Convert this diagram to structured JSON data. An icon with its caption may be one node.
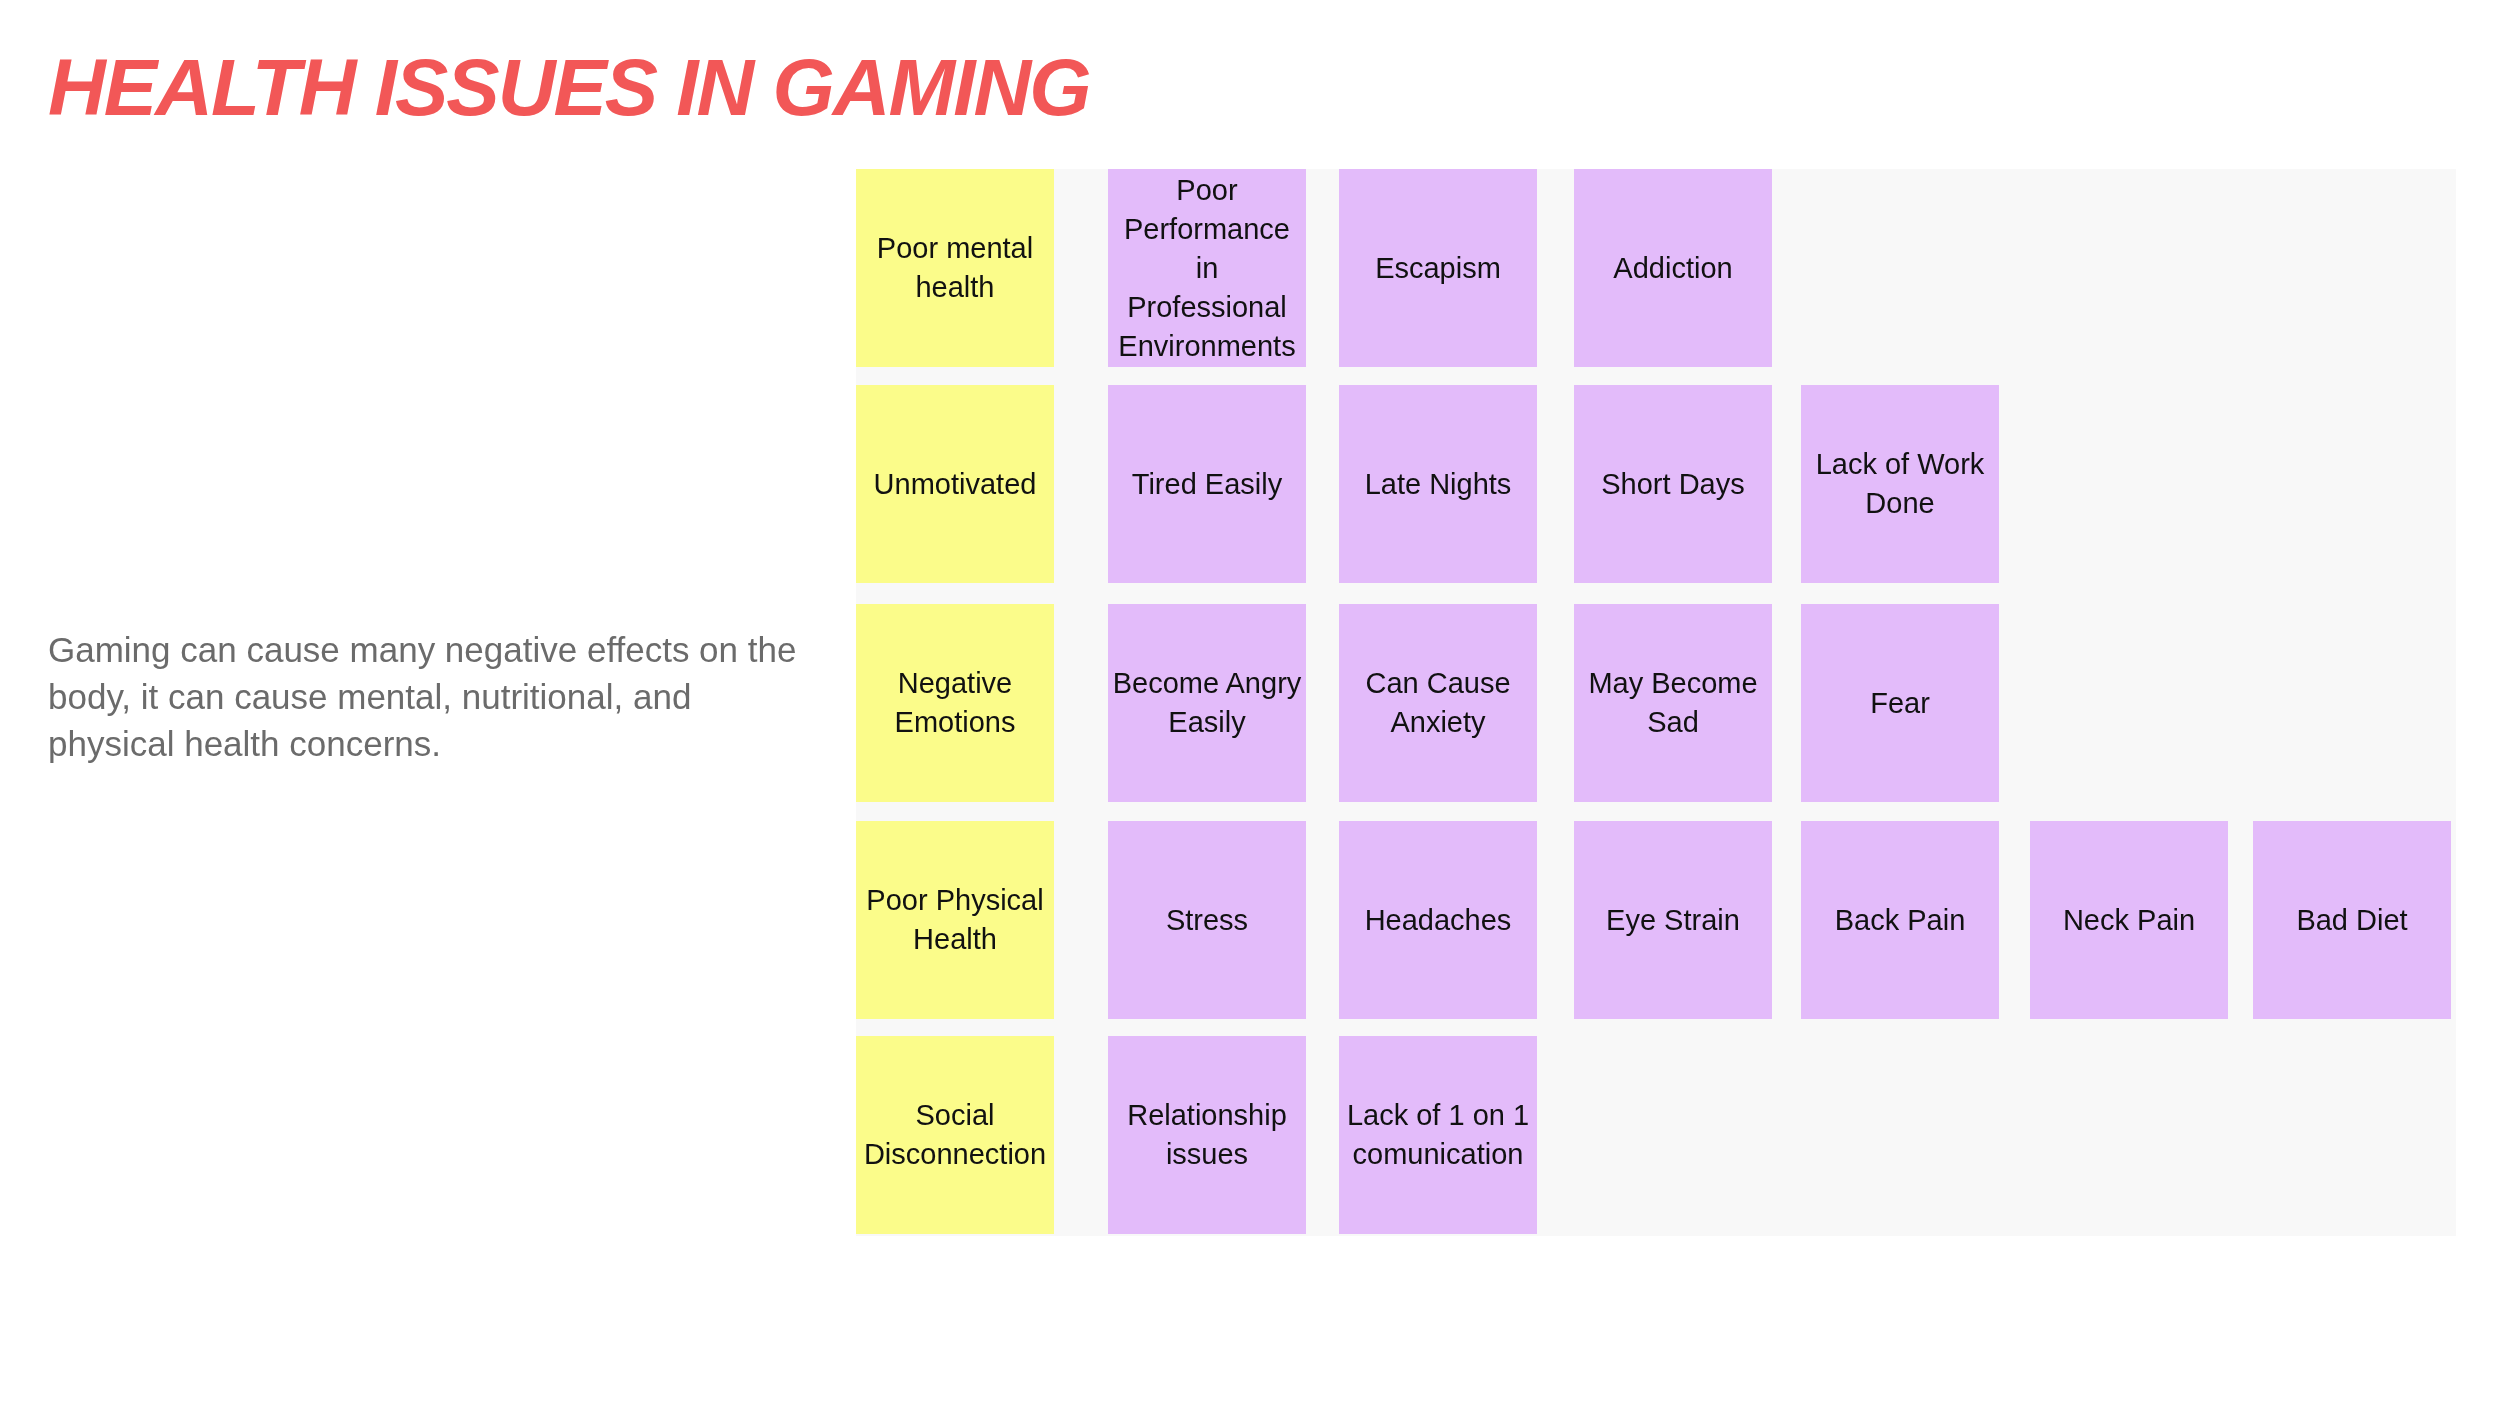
{
  "diagram": {
    "title": "HEALTH ISSUES IN GAMING",
    "nodes": [
      {
        "text": [
          "Poor mental health"
        ]
      },
      {
        "text": [
          "Poor Performance in Professional Environments"
        ]
      },
      {
        "text": [
          "Escapism"
        ]
      },
      {
        "text": [
          "Addiction"
        ]
      },
      {
        "text": [
          "Unmotivated"
        ]
      },
      {
        "text": [
          "Tired Easily"
        ]
      },
      {
        "text": [
          "Late Nights"
        ]
      },
      {
        "text": [
          "Short Days"
        ]
      },
      {
        "text": [
          "Lack of Work Done"
        ]
      },
      {
        "text": [
          "Negative Emotions"
        ]
      },
      {
        "text": [
          "Become Angry Easily"
        ]
      },
      {
        "text": [
          "Can Cause Anxiety"
        ]
      },
      {
        "text": [
          "May Become Sad"
        ]
      },
      {
        "text": [
          "Fear"
        ]
      },
      {
        "text": [
          "Poor Physical Health"
        ]
      },
      {
        "text": [
          "Stress"
        ]
      },
      {
        "text": [
          "Headaches"
        ]
      },
      {
        "text": [
          "Eye Strain"
        ]
      },
      {
        "text": [
          "Back Pain"
        ]
      },
      {
        "text": [
          "Neck Pain"
        ]
      },
      {
        "text": [
          "Bad Diet"
        ]
      },
      {
        "text": [
          "Social Disconnection"
        ]
      },
      {
        "text": [
          "Relationship issues"
        ]
      },
      {
        "text": [
          "Lack of 1 on 1 comunication"
        ]
      }
    ],
    "labels": [
      "Gaming can cause many negative effects on the body, it can cause mental, nutritional, and physical health concerns."
    ]
  }
}
